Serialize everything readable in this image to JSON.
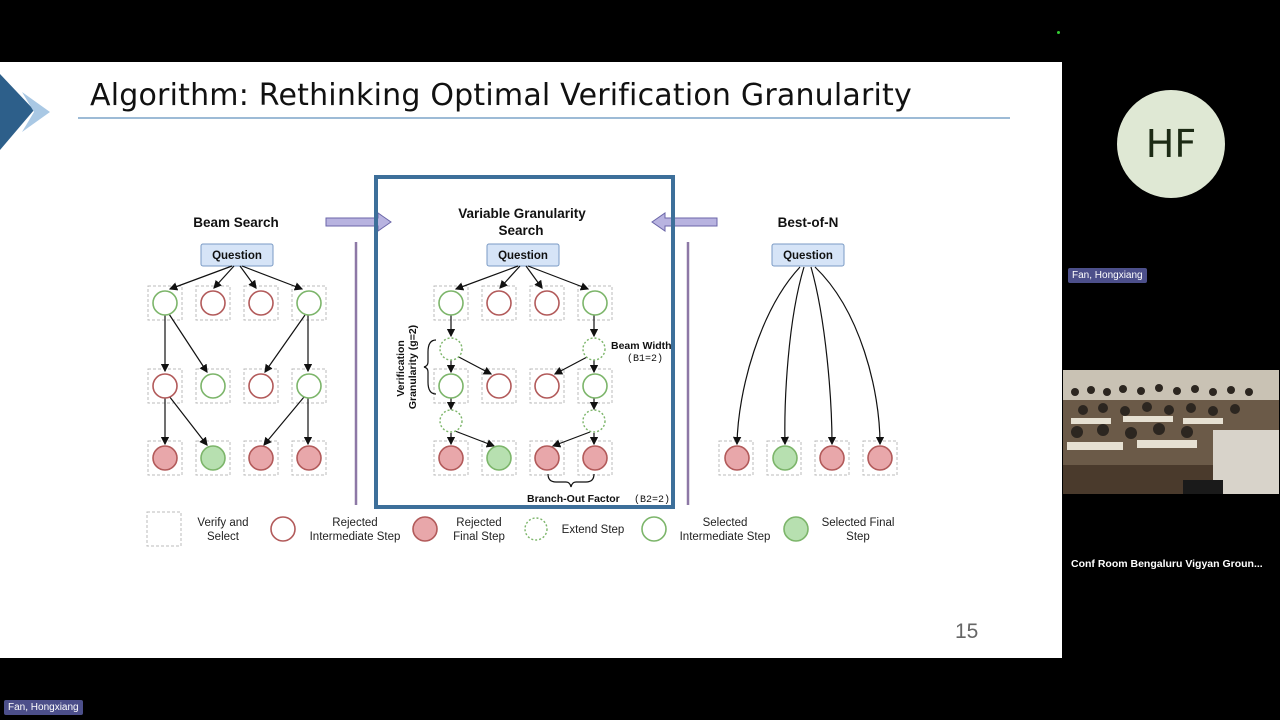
{
  "slide": {
    "title": "Algorithm: Rethinking Optimal Verification Granularity",
    "page_number": "15"
  },
  "diagram": {
    "beam_search": {
      "title": "Beam Search",
      "question": "Question"
    },
    "vgs": {
      "title_line1": "Variable Granularity",
      "title_line2": "Search",
      "question": "Question",
      "verification_granularity_line1": "Verification",
      "verification_granularity_line2": "Granularity (g=2)",
      "beam_width_label": "Beam Width",
      "beam_width_value": "(B1=2)",
      "branch_out_label": "Branch-Out Factor",
      "branch_out_value": "(B2=2)"
    },
    "best_of_n": {
      "title": "Best-of-N",
      "question": "Question"
    },
    "legend": [
      {
        "line1": "Verify and",
        "line2": "Select"
      },
      {
        "line1": "Rejected",
        "line2": "Intermediate Step"
      },
      {
        "line1": "Rejected",
        "line2": "Final Step"
      },
      {
        "line1": "Extend Step",
        "line2": ""
      },
      {
        "line1": "Selected",
        "line2": "Intermediate Step"
      },
      {
        "line1": "Selected Final",
        "line2": "Step"
      }
    ],
    "colors": {
      "selected_stroke": "#7cb56a",
      "rejected_stroke": "#b25a5a",
      "rejected_fill": "#e8a7aa",
      "selected_fill": "#b7e0b0",
      "question_fill": "#d6e4f7",
      "highlight_box": "#3d6f9a"
    }
  },
  "participants": {
    "presenter_initials": "HF",
    "presenter_name": "Fan, Hongxiang",
    "room_name": "Conf Room Bengaluru Vigyan Groun...",
    "bottom_name": "Fan, Hongxiang"
  }
}
